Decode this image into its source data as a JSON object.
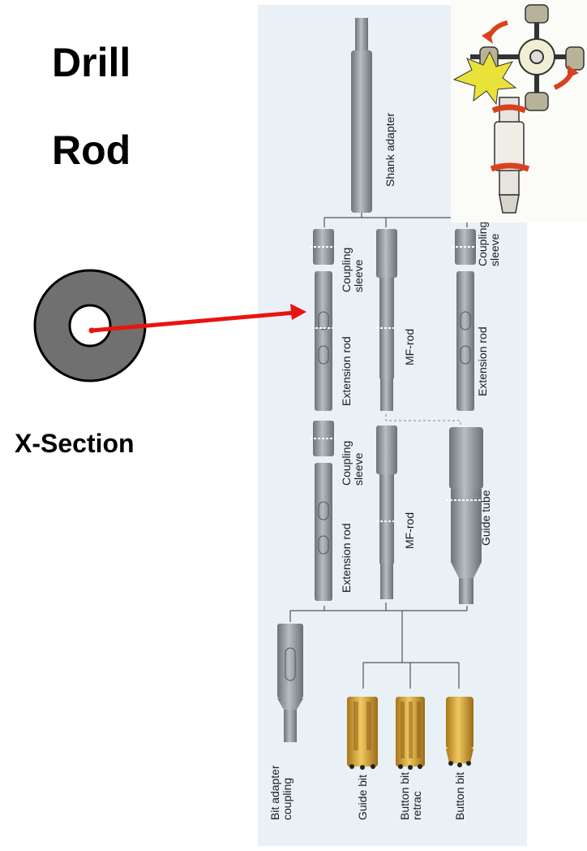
{
  "title": {
    "line1": "Drill",
    "line2": "Rod"
  },
  "cross_section": {
    "label": "X-Section"
  },
  "labels": {
    "shank_adapter": "Shank adapter",
    "coupling_sleeve_1": "Coupling\nsleeve",
    "extension_rod_1": "Extension rod",
    "mf_rod_1": "MF-rod",
    "coupling_sleeve_2": "Coupling\nsleeve",
    "extension_rod_2": "Extension rod",
    "coupling_sleeve_3": "Coupling\nsleeve",
    "extension_rod_3": "Extension rod",
    "mf_rod_2": "MF-rod",
    "guide_tube": "Guide tube",
    "bit_adapter_coupling": "Bit adapter\ncoupling",
    "guide_bit": "Guide bit",
    "button_bit_retrac": "Button bit\nretrac",
    "button_bit": "Button bit"
  },
  "colors": {
    "arrow": "#e8140f",
    "panel": "#e9f1f6",
    "steel": "#8e9499",
    "bit_gold": "#d9a233",
    "cross_section": "#707070"
  }
}
